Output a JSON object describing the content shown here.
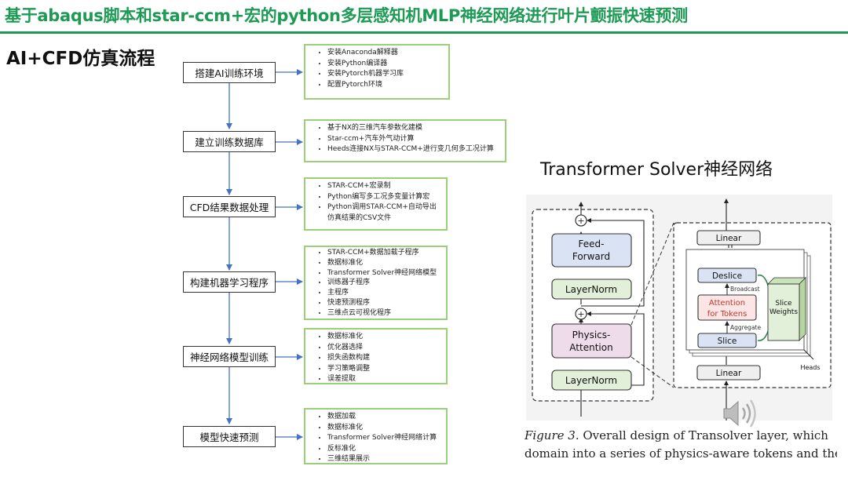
{
  "header": {
    "title": "基于abaqus脚本和star-ccm+宏的python多层感知机MLP神经网络进行叶片颤振快速预测",
    "accent_color": "#1d9a54"
  },
  "subtitle": "AI+CFD仿真流程",
  "flow": {
    "steps": [
      {
        "label": "搭建AI训练环境",
        "items": [
          "安装Anaconda解释器",
          "安装Python编译器",
          "安装Pytorch机器学习库",
          "配置Pytorch环境"
        ]
      },
      {
        "label": "建立训练数据库",
        "items": [
          "基于NX的三维汽车参数化建模",
          "Star-ccm+汽车外气动计算",
          "Heeds连接NX与STAR-CCM+进行变几何多工况计算"
        ]
      },
      {
        "label": "CFD结果数据处理",
        "items": [
          "STAR-CCM+宏录制",
          "Python编写多工况多变量计算宏",
          "Python调用STAR-CCM+自动导出",
          "仿真结果的CSV文件"
        ]
      },
      {
        "label": "构建机器学习程序",
        "items": [
          "STAR-CCM+数据加载子程序",
          "数据标准化",
          "Transformer Solver神经网络模型",
          "训练器子程序",
          "主程序",
          "快速预测程序",
          "三维点云可视化程序"
        ]
      },
      {
        "label": "神经网络模型训练",
        "items": [
          "数据标准化",
          "优化器选择",
          "损失函数构建",
          "学习策略调整",
          "误差提取"
        ]
      },
      {
        "label": "模型快速预测",
        "items": [
          "数据加载",
          "数据标准化",
          "Transformer Solver神经网络计算",
          "反标准化",
          "三维结果展示"
        ]
      }
    ],
    "box_border_color": "#9bd07a",
    "arrow_color": "#4472c4"
  },
  "transformer": {
    "title": "Transformer Solver神经网络",
    "left_block": {
      "feed_forward": [
        "Feed-",
        "Forward"
      ],
      "layernorm_top": "LayerNorm",
      "physics_attention": [
        "Physics-",
        "Attention"
      ],
      "layernorm_bottom": "LayerNorm"
    },
    "right_block": {
      "linear_top": "Linear",
      "deslice": "Deslice",
      "broadcast": "Broadcast",
      "attention_tokens": [
        "Attention",
        "for Tokens"
      ],
      "aggregate": "Aggregate",
      "slice": "Slice",
      "slice_weights": [
        "Slice",
        "Weights"
      ],
      "heads": "Heads",
      "linear_bottom": "Linear"
    },
    "colors": {
      "feed_forward": "#dae3f3",
      "layernorm": "#e2f0d9",
      "physics_attention": "#eedcea",
      "deslice": "#dae3f3",
      "attention_tokens": "#fbe5e5",
      "slice": "#dae3f3",
      "slice_weights": "#e2f0d9"
    }
  },
  "caption": {
    "figure_label": "Figure 3.",
    "line1": " Overall design of Transolver layer, which",
    "line2": "domain into a series of physics-aware tokens and the"
  },
  "speaker_icon": "speaker-icon"
}
